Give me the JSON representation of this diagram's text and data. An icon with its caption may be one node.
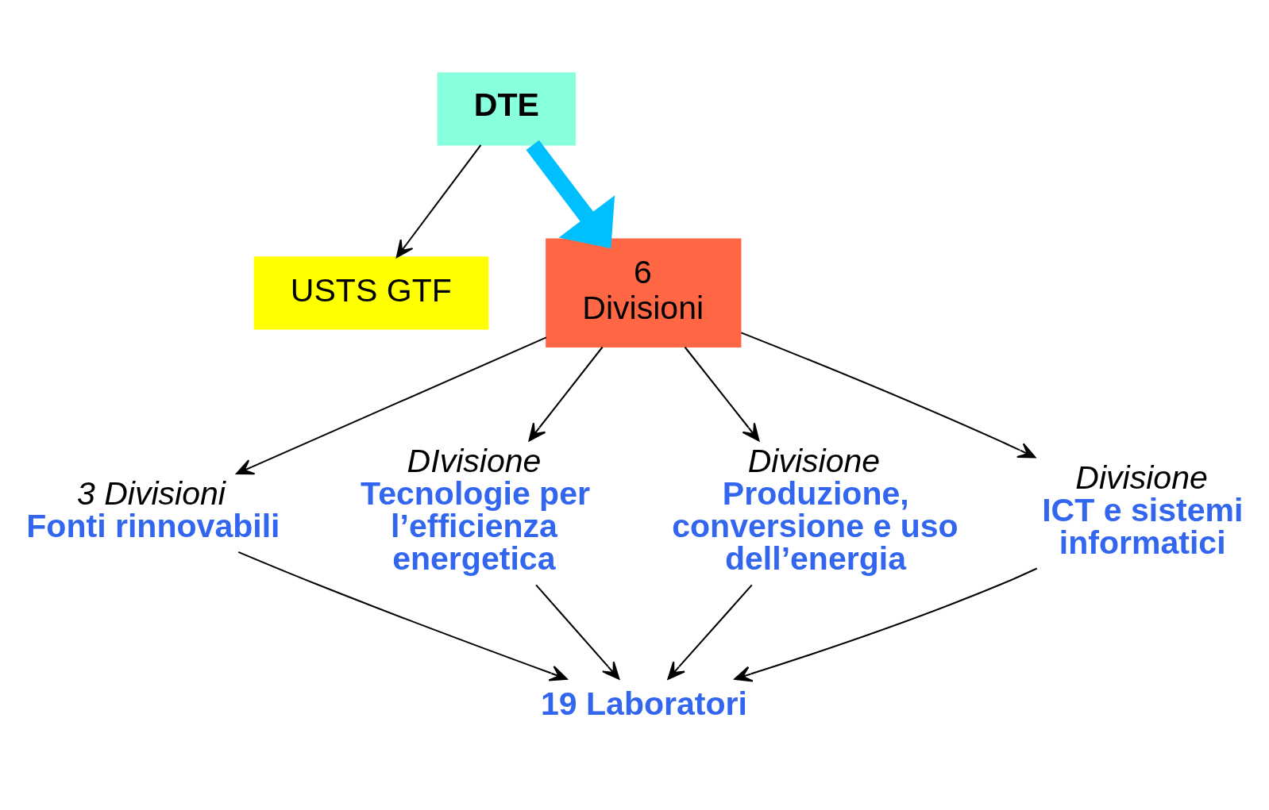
{
  "diagram": {
    "nodes": [
      {
        "text": [
          "DTE"
        ]
      },
      {
        "text": [
          "USTS GTF"
        ]
      },
      {
        "text": [
          "6 Divisioni"
        ]
      },
      {
        "text": [
          "3 Divisioni",
          "Fonti rinnovabili"
        ]
      },
      {
        "text": [
          "DIvisione",
          "Tecnologie per l’efficienza energetica"
        ]
      },
      {
        "text": [
          "Divisione",
          "Produzione, conversione e uso dell’energia"
        ]
      },
      {
        "text": [
          "Divisione",
          "ICT e sistemi informatici"
        ]
      },
      {
        "text": [
          "19 Laboratori"
        ]
      }
    ],
    "edges": [
      {
        "from": 0,
        "to": 1,
        "arrow": "to"
      },
      {
        "from": 0,
        "to": 2,
        "arrow": "to",
        "style": "thick",
        "color": "#00bfff"
      },
      {
        "from": 2,
        "to": 3,
        "arrow": "to"
      },
      {
        "from": 2,
        "to": 4,
        "arrow": "to"
      },
      {
        "from": 2,
        "to": 5,
        "arrow": "to"
      },
      {
        "from": 2,
        "to": 6,
        "arrow": "to"
      },
      {
        "from": 3,
        "to": 7,
        "arrow": "to"
      },
      {
        "from": 4,
        "to": 7,
        "arrow": "to"
      },
      {
        "from": 5,
        "to": 7,
        "arrow": "to"
      },
      {
        "from": 6,
        "to": 7,
        "arrow": "to"
      }
    ]
  }
}
